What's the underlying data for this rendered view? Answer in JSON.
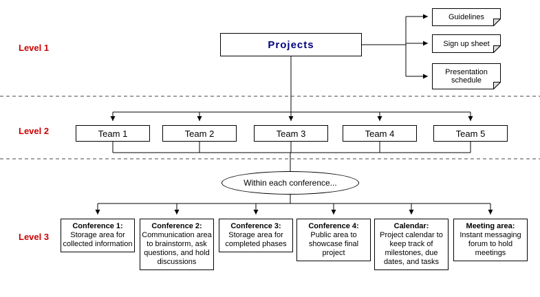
{
  "levels": [
    {
      "label": "Level 1"
    },
    {
      "label": "Level 2"
    },
    {
      "label": "Level 3"
    }
  ],
  "root": {
    "label": "Projects"
  },
  "documents": [
    {
      "label": "Guidelines"
    },
    {
      "label": "Sign up sheet"
    },
    {
      "label": "Presentation schedule"
    }
  ],
  "teams": [
    {
      "label": "Team 1"
    },
    {
      "label": "Team 2"
    },
    {
      "label": "Team 3"
    },
    {
      "label": "Team 4"
    },
    {
      "label": "Team 5"
    }
  ],
  "ellipse": {
    "label": "Within each conference..."
  },
  "conferences": [
    {
      "title": "Conference 1:",
      "body": "Storage area for collected information"
    },
    {
      "title": "Conference 2:",
      "body": "Communication area to brainstorm, ask questions, and hold discussions"
    },
    {
      "title": "Conference 3:",
      "body": "Storage area for completed phases"
    },
    {
      "title": "Conference 4:",
      "body": "Public area to showcase final project"
    },
    {
      "title": "Calendar:",
      "body": "Project calendar to keep track of milestones, due dates, and tasks"
    },
    {
      "title": "Meeting area:",
      "body": "Instant messaging forum to hold meetings"
    }
  ],
  "colors": {
    "level_label": "#cc0000",
    "root_text": "#000080",
    "line": "#000000",
    "fold_fill": "#dddddd",
    "bg": "#ffffff"
  }
}
